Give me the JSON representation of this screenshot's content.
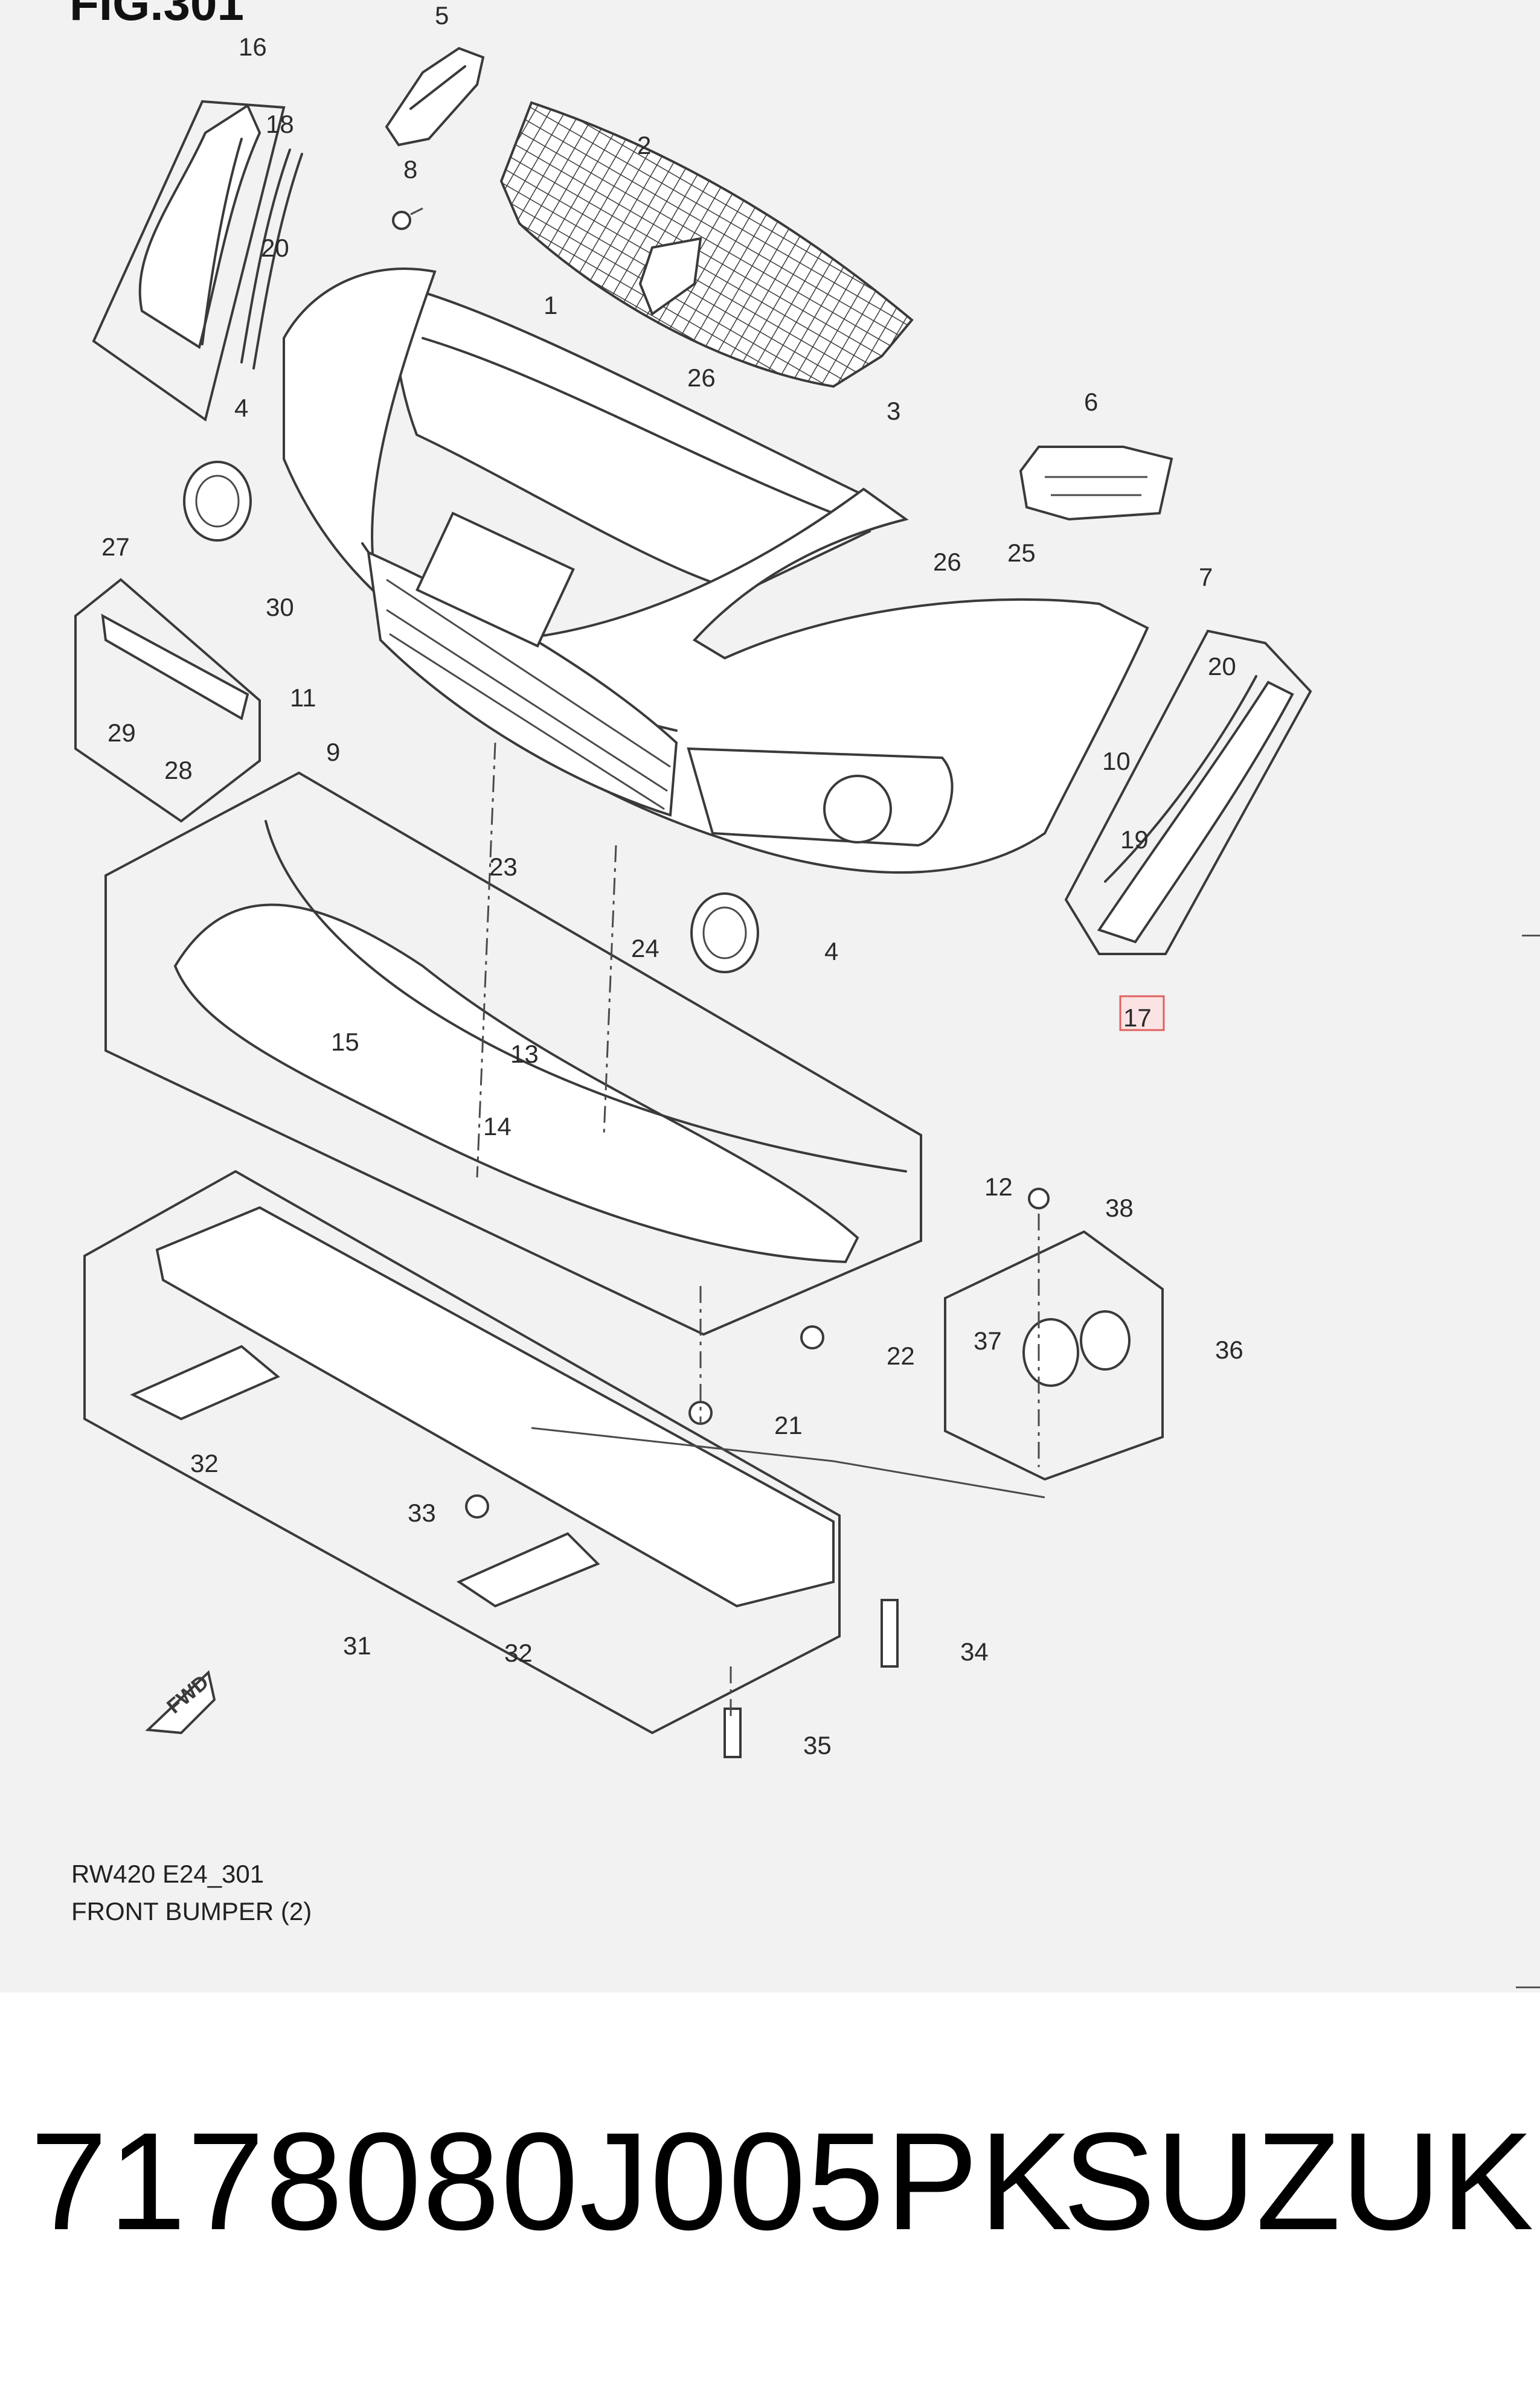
{
  "figure": {
    "title": "FIG.301"
  },
  "callouts": [
    {
      "id": "c16",
      "label": "16"
    },
    {
      "id": "c5",
      "label": "5"
    },
    {
      "id": "c18",
      "label": "18"
    },
    {
      "id": "c2",
      "label": "2"
    },
    {
      "id": "c8",
      "label": "8"
    },
    {
      "id": "c20a",
      "label": "20"
    },
    {
      "id": "c1",
      "label": "1"
    },
    {
      "id": "c4a",
      "label": "4"
    },
    {
      "id": "c26a",
      "label": "26"
    },
    {
      "id": "c3",
      "label": "3"
    },
    {
      "id": "c6",
      "label": "6"
    },
    {
      "id": "c27",
      "label": "27"
    },
    {
      "id": "c26b",
      "label": "26"
    },
    {
      "id": "c7",
      "label": "7"
    },
    {
      "id": "c25",
      "label": "25"
    },
    {
      "id": "c30",
      "label": "30"
    },
    {
      "id": "c20b",
      "label": "20"
    },
    {
      "id": "c11",
      "label": "11"
    },
    {
      "id": "c29",
      "label": "29"
    },
    {
      "id": "c10",
      "label": "10"
    },
    {
      "id": "c9",
      "label": "9"
    },
    {
      "id": "c28",
      "label": "28"
    },
    {
      "id": "c19",
      "label": "19"
    },
    {
      "id": "c23",
      "label": "23"
    },
    {
      "id": "c24",
      "label": "24"
    },
    {
      "id": "c4b",
      "label": "4"
    },
    {
      "id": "c17",
      "label": "17",
      "highlighted": true
    },
    {
      "id": "c15",
      "label": "15"
    },
    {
      "id": "c13",
      "label": "13"
    },
    {
      "id": "c14",
      "label": "14"
    },
    {
      "id": "c12",
      "label": "12"
    },
    {
      "id": "c38",
      "label": "38"
    },
    {
      "id": "c37",
      "label": "37"
    },
    {
      "id": "c36",
      "label": "36"
    },
    {
      "id": "c22",
      "label": "22"
    },
    {
      "id": "c21",
      "label": "21"
    },
    {
      "id": "c32a",
      "label": "32"
    },
    {
      "id": "c33",
      "label": "33"
    },
    {
      "id": "c31",
      "label": "31"
    },
    {
      "id": "c32b",
      "label": "32"
    },
    {
      "id": "c34",
      "label": "34"
    },
    {
      "id": "c35",
      "label": "35"
    }
  ],
  "direction_arrow": {
    "label": "FWD"
  },
  "footer": {
    "code": "RW420 E24_301",
    "name": "FRONT BUMPER (2)"
  },
  "product": {
    "part_number": "7178080J005PK",
    "brand": "SUZUKI"
  },
  "colors": {
    "diagram_background": "#f2f2f2",
    "line": "#3a3a3a",
    "highlight_fill": "#fbe3e3",
    "highlight_stroke": "#e06060"
  }
}
